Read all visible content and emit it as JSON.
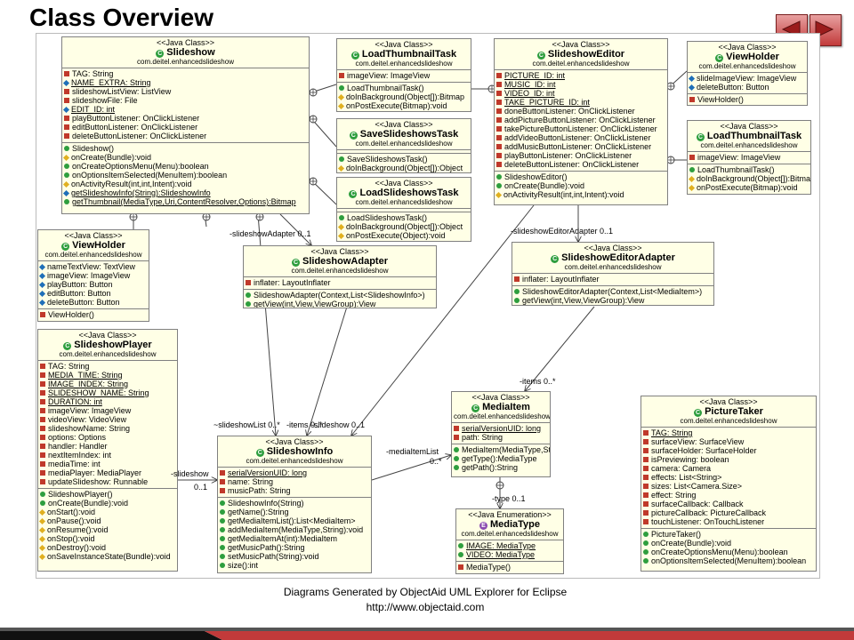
{
  "title": "Class Overview",
  "nav": {
    "prev_icon": "arrow-left-icon",
    "next_icon": "arrow-right-icon",
    "color": "#c23a3a"
  },
  "footer": {
    "line1": "Diagrams Generated by ObjectAid UML Explorer for Eclipse",
    "line2": "http://www.objectaid.com"
  },
  "classes": {
    "slideshow": {
      "stereotype": "<<Java Class>>",
      "name": "Slideshow",
      "package": "com.deitel.enhancedslideshow",
      "fields": [
        {
          "vis": "priv",
          "text": "TAG: String"
        },
        {
          "vis": "pkgv",
          "text": "NAME_EXTRA: String",
          "ul": true
        },
        {
          "vis": "priv",
          "text": "slideshowListView: ListView"
        },
        {
          "vis": "priv",
          "text": "slideshowFile: File"
        },
        {
          "vis": "pkgv",
          "text": "EDIT_ID: int",
          "ul": true
        },
        {
          "vis": "priv",
          "text": "playButtonListener: OnClickListener"
        },
        {
          "vis": "priv",
          "text": "editButtonListener: OnClickListener"
        },
        {
          "vis": "priv",
          "text": "deleteButtonListener: OnClickListener"
        }
      ],
      "methods": [
        {
          "vis": "pub",
          "text": "Slideshow()"
        },
        {
          "vis": "prot",
          "text": "onCreate(Bundle):void"
        },
        {
          "vis": "pub",
          "text": "onCreateOptionsMenu(Menu):boolean"
        },
        {
          "vis": "pub",
          "text": "onOptionsItemSelected(MenuItem):boolean"
        },
        {
          "vis": "prot",
          "text": "onActivityResult(int,int,Intent):void"
        },
        {
          "vis": "pkgv",
          "text": "getSlideshowInfo(String):SlideshowInfo",
          "ul": true
        },
        {
          "vis": "pub",
          "text": "getThumbnail(MediaType,Uri,ContentResolver,Options):Bitmap",
          "ul": true
        }
      ]
    },
    "loadThumbnailTask1": {
      "stereotype": "<<Java Class>>",
      "name": "LoadThumbnailTask",
      "package": "com.deitel.enhancedslideshow",
      "fields": [
        {
          "vis": "priv",
          "text": "imageView: ImageView"
        }
      ],
      "methods": [
        {
          "vis": "pub",
          "text": "LoadThumbnailTask()"
        },
        {
          "vis": "prot",
          "text": "doInBackground(Object[]):Bitmap"
        },
        {
          "vis": "prot",
          "text": "onPostExecute(Bitmap):void"
        }
      ]
    },
    "saveSlideshowsTask": {
      "stereotype": "<<Java Class>>",
      "name": "SaveSlideshowsTask",
      "package": "com.deitel.enhancedslideshow",
      "fields": [],
      "methods": [
        {
          "vis": "pub",
          "text": "SaveSlideshowsTask()"
        },
        {
          "vis": "prot",
          "text": "doInBackground(Object[]):Object"
        }
      ]
    },
    "loadSlideshowsTask": {
      "stereotype": "<<Java Class>>",
      "name": "LoadSlideshowsTask",
      "package": "com.deitel.enhancedslideshow",
      "fields": [],
      "methods": [
        {
          "vis": "pub",
          "text": "LoadSlideshowsTask()"
        },
        {
          "vis": "prot",
          "text": "doInBackground(Object[]):Object"
        },
        {
          "vis": "prot",
          "text": "onPostExecute(Object):void"
        }
      ]
    },
    "slideshowEditor": {
      "stereotype": "<<Java Class>>",
      "name": "SlideshowEditor",
      "package": "com.deitel.enhancedslideshow",
      "fields": [
        {
          "vis": "priv",
          "text": "PICTURE_ID: int",
          "ul": true
        },
        {
          "vis": "priv",
          "text": "MUSIC_ID: int",
          "ul": true
        },
        {
          "vis": "priv",
          "text": "VIDEO_ID: int",
          "ul": true
        },
        {
          "vis": "priv",
          "text": "TAKE_PICTURE_ID: int",
          "ul": true
        },
        {
          "vis": "priv",
          "text": "doneButtonListener: OnClickListener"
        },
        {
          "vis": "priv",
          "text": "addPictureButtonListener: OnClickListener"
        },
        {
          "vis": "priv",
          "text": "takePictureButtonListener: OnClickListener"
        },
        {
          "vis": "priv",
          "text": "addVideoButtonListener: OnClickListener"
        },
        {
          "vis": "priv",
          "text": "addMusicButtonListener: OnClickListener"
        },
        {
          "vis": "priv",
          "text": "playButtonListener: OnClickListener"
        },
        {
          "vis": "priv",
          "text": "deleteButtonListener: OnClickListener"
        }
      ],
      "methods": [
        {
          "vis": "pub",
          "text": "SlideshowEditor()"
        },
        {
          "vis": "pub",
          "text": "onCreate(Bundle):void"
        },
        {
          "vis": "prot",
          "text": "onActivityResult(int,int,Intent):void"
        }
      ]
    },
    "viewHolder2": {
      "stereotype": "<<Java Class>>",
      "name": "ViewHolder",
      "package": "com.deitel.enhancedslideshow",
      "fields": [
        {
          "vis": "pkgv",
          "text": "slideImageView: ImageView"
        },
        {
          "vis": "pkgv",
          "text": "deleteButton: Button"
        }
      ],
      "methods": [
        {
          "vis": "priv",
          "text": "ViewHolder()"
        }
      ]
    },
    "loadThumbnailTask2": {
      "stereotype": "<<Java Class>>",
      "name": "LoadThumbnailTask",
      "package": "com.deitel.enhancedslideshow",
      "fields": [
        {
          "vis": "priv",
          "text": "imageView: ImageView"
        }
      ],
      "methods": [
        {
          "vis": "pub",
          "text": "LoadThumbnailTask()"
        },
        {
          "vis": "prot",
          "text": "doInBackground(Object[]):Bitmap"
        },
        {
          "vis": "prot",
          "text": "onPostExecute(Bitmap):void"
        }
      ]
    },
    "viewHolder1": {
      "stereotype": "<<Java Class>>",
      "name": "ViewHolder",
      "package": "com.deitel.enhancedslideshow",
      "fields": [
        {
          "vis": "pkgv",
          "text": "nameTextView: TextView"
        },
        {
          "vis": "pkgv",
          "text": "imageView: ImageView"
        },
        {
          "vis": "pkgv",
          "text": "playButton: Button"
        },
        {
          "vis": "pkgv",
          "text": "editButton: Button"
        },
        {
          "vis": "pkgv",
          "text": "deleteButton: Button"
        }
      ],
      "methods": [
        {
          "vis": "priv",
          "text": "ViewHolder()"
        }
      ]
    },
    "slideshowAdapter": {
      "stereotype": "<<Java Class>>",
      "name": "SlideshowAdapter",
      "package": "com.deitel.enhancedslideshow",
      "fields": [
        {
          "vis": "priv",
          "text": "inflater: LayoutInflater"
        }
      ],
      "methods": [
        {
          "vis": "pub",
          "text": "SlideshowAdapter(Context,List<SlideshowInfo>)"
        },
        {
          "vis": "pub",
          "text": "getView(int,View,ViewGroup):View"
        }
      ]
    },
    "slideshowEditorAdapter": {
      "stereotype": "<<Java Class>>",
      "name": "SlideshowEditorAdapter",
      "package": "com.deitel.enhancedslideshow",
      "fields": [
        {
          "vis": "priv",
          "text": "inflater: LayoutInflater"
        }
      ],
      "methods": [
        {
          "vis": "pub",
          "text": "SlideshowEditorAdapter(Context,List<MediaItem>)"
        },
        {
          "vis": "pub",
          "text": "getView(int,View,ViewGroup):View"
        }
      ]
    },
    "slideshowPlayer": {
      "stereotype": "<<Java Class>>",
      "name": "SlideshowPlayer",
      "package": "com.deitel.enhancedslideshow",
      "fields": [
        {
          "vis": "priv",
          "text": "TAG: String"
        },
        {
          "vis": "priv",
          "text": "MEDIA_TIME: String",
          "ul": true
        },
        {
          "vis": "priv",
          "text": "IMAGE_INDEX: String",
          "ul": true
        },
        {
          "vis": "priv",
          "text": "SLIDESHOW_NAME: String",
          "ul": true
        },
        {
          "vis": "priv",
          "text": "DURATION: int",
          "ul": true
        },
        {
          "vis": "priv",
          "text": "imageView: ImageView"
        },
        {
          "vis": "priv",
          "text": "videoView: VideoView"
        },
        {
          "vis": "priv",
          "text": "slideshowName: String"
        },
        {
          "vis": "priv",
          "text": "options: Options"
        },
        {
          "vis": "priv",
          "text": "handler: Handler"
        },
        {
          "vis": "priv",
          "text": "nextItemIndex: int"
        },
        {
          "vis": "priv",
          "text": "mediaTime: int"
        },
        {
          "vis": "priv",
          "text": "mediaPlayer: MediaPlayer"
        },
        {
          "vis": "priv",
          "text": "updateSlideshow: Runnable"
        }
      ],
      "methods": [
        {
          "vis": "pub",
          "text": "SlideshowPlayer()"
        },
        {
          "vis": "pub",
          "text": "onCreate(Bundle):void"
        },
        {
          "vis": "prot",
          "text": "onStart():void"
        },
        {
          "vis": "prot",
          "text": "onPause():void"
        },
        {
          "vis": "prot",
          "text": "onResume():void"
        },
        {
          "vis": "prot",
          "text": "onStop():void"
        },
        {
          "vis": "prot",
          "text": "onDestroy():void"
        },
        {
          "vis": "prot",
          "text": "onSaveInstanceState(Bundle):void"
        }
      ]
    },
    "slideshowInfo": {
      "stereotype": "<<Java Class>>",
      "name": "SlideshowInfo",
      "package": "com.deitel.enhancedslideshow",
      "fields": [
        {
          "vis": "priv",
          "text": "serialVersionUID: long",
          "ul": true
        },
        {
          "vis": "priv",
          "text": "name: String"
        },
        {
          "vis": "priv",
          "text": "musicPath: String"
        }
      ],
      "methods": [
        {
          "vis": "pub",
          "text": "SlideshowInfo(String)"
        },
        {
          "vis": "pub",
          "text": "getName():String"
        },
        {
          "vis": "pub",
          "text": "getMediaItemList():List<MediaItem>"
        },
        {
          "vis": "pub",
          "text": "addMediaItem(MediaType,String):void"
        },
        {
          "vis": "pub",
          "text": "getMediaItemAt(int):MediaItem"
        },
        {
          "vis": "pub",
          "text": "getMusicPath():String"
        },
        {
          "vis": "pub",
          "text": "setMusicPath(String):void"
        },
        {
          "vis": "pub",
          "text": "size():int"
        }
      ]
    },
    "mediaItem": {
      "stereotype": "<<Java Class>>",
      "name": "MediaItem",
      "package": "com.deitel.enhancedslideshow",
      "fields": [
        {
          "vis": "priv",
          "text": "serialVersionUID: long",
          "ul": true
        },
        {
          "vis": "priv",
          "text": "path: String"
        }
      ],
      "methods": [
        {
          "vis": "pub",
          "text": "MediaItem(MediaType,String)"
        },
        {
          "vis": "pub",
          "text": "getType():MediaType"
        },
        {
          "vis": "pub",
          "text": "getPath():String"
        }
      ]
    },
    "mediaType": {
      "stereotype": "<<Java Enumeration>>",
      "name": "MediaType",
      "package": "com.deitel.enhancedslideshow",
      "enum": true,
      "fields": [
        {
          "vis": "pub",
          "text": "IMAGE: MediaType",
          "ul": true
        },
        {
          "vis": "pub",
          "text": "VIDEO: MediaType",
          "ul": true
        }
      ],
      "methods": [
        {
          "vis": "priv",
          "text": "MediaType()"
        }
      ]
    },
    "pictureTaker": {
      "stereotype": "<<Java Class>>",
      "name": "PictureTaker",
      "package": "com.deitel.enhancedslideshow",
      "fields": [
        {
          "vis": "priv",
          "text": "TAG: String",
          "ul": true
        },
        {
          "vis": "priv",
          "text": "surfaceView: SurfaceView"
        },
        {
          "vis": "priv",
          "text": "surfaceHolder: SurfaceHolder"
        },
        {
          "vis": "priv",
          "text": "isPreviewing: boolean"
        },
        {
          "vis": "priv",
          "text": "camera: Camera"
        },
        {
          "vis": "priv",
          "text": "effects: List<String>"
        },
        {
          "vis": "priv",
          "text": "sizes: List<Camera.Size>"
        },
        {
          "vis": "priv",
          "text": "effect: String"
        },
        {
          "vis": "priv",
          "text": "surfaceCallback: Callback"
        },
        {
          "vis": "priv",
          "text": "pictureCallback: PictureCallback"
        },
        {
          "vis": "priv",
          "text": "touchListener: OnTouchListener"
        }
      ],
      "methods": [
        {
          "vis": "pub",
          "text": "PictureTaker()"
        },
        {
          "vis": "pub",
          "text": "onCreate(Bundle):void"
        },
        {
          "vis": "pub",
          "text": "onCreateOptionsMenu(Menu):boolean"
        },
        {
          "vis": "pub",
          "text": "onOptionsItemSelected(MenuItem):boolean"
        }
      ]
    }
  },
  "labels": {
    "slideshowAdapter": "-slideshowAdapter  0..1",
    "slideshowEditorAdapter": "-slideshowEditorAdapter  0..1",
    "items1": "-items  0..*",
    "slideshowList": "~slideshowList  0..*",
    "items2": "-items  0..*",
    "slideshow1": "-slideshow  0..1",
    "slideshow2": "-slideshow",
    "slideshow2m": "0..1",
    "mediaItemList": "-mediaItemList",
    "mediaItemListM": "0..*",
    "type": "-type  0..1"
  }
}
